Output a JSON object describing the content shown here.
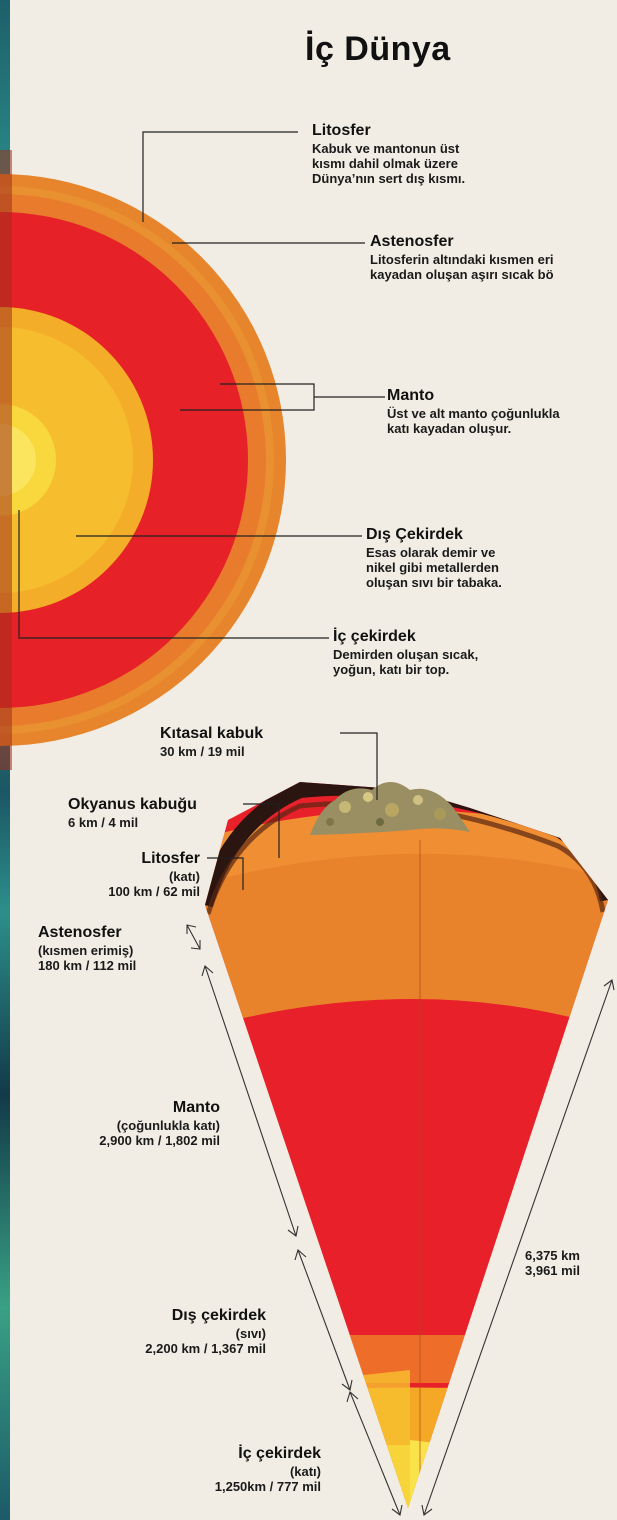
{
  "title": "İç Dünya",
  "sphere_labels": [
    {
      "name": "Litosfer",
      "desc": [
        "Kabuk ve mantonun üst",
        "kısmı dahil olmak üzere",
        "Dünya’nın sert dış kısmı."
      ]
    },
    {
      "name": "Astenosfer",
      "desc": [
        "Litosferin altındaki kısmen eri",
        "kayadan oluşan aşırı sıcak bö"
      ]
    },
    {
      "name": "Manto",
      "desc": [
        "Üst ve alt manto çoğunlukla",
        "katı kayadan oluşur."
      ]
    },
    {
      "name": "Dış Çekirdek",
      "desc": [
        "Esas olarak demir ve",
        "nikel gibi metallerden",
        "oluşan sıvı bir tabaka."
      ]
    },
    {
      "name": "İç çekirdek",
      "desc": [
        "Demirden oluşan sıcak,",
        "yoğun, katı bir top."
      ]
    }
  ],
  "wedge_labels": {
    "continental": {
      "name": "Kıtasal kabuk",
      "value": "30 km / 19 mil"
    },
    "oceanic": {
      "name": "Okyanus kabuğu",
      "value": "6 km / 4 mil"
    },
    "lithosphere": {
      "name": "Litosfer",
      "state": "(katı)",
      "value": "100 km / 62 mil"
    },
    "asthenosphere": {
      "name": "Astenosfer",
      "state": "(kısmen erimiş)",
      "value": "180 km / 112 mil"
    },
    "mantle": {
      "name": "Manto",
      "state": "(çoğunlukla katı)",
      "value": "2,900 km / 1,802 mil"
    },
    "outer_core": {
      "name": "Dış çekirdek",
      "state": "(sıvı)",
      "value": "2,200 km / 1,367 mil"
    },
    "inner_core": {
      "name": "İç çekirdek",
      "state": "(katı)",
      "value": "1,250km / 777 mil"
    },
    "radius": {
      "km": "6,375 km",
      "mi": "3,961 mil"
    }
  },
  "colors": {
    "crust": "#e98a2c",
    "mantle": "#e8202a",
    "outer_core": "#f6b12a",
    "inner_core": "#f7d43a",
    "background": "#f1ede4"
  }
}
